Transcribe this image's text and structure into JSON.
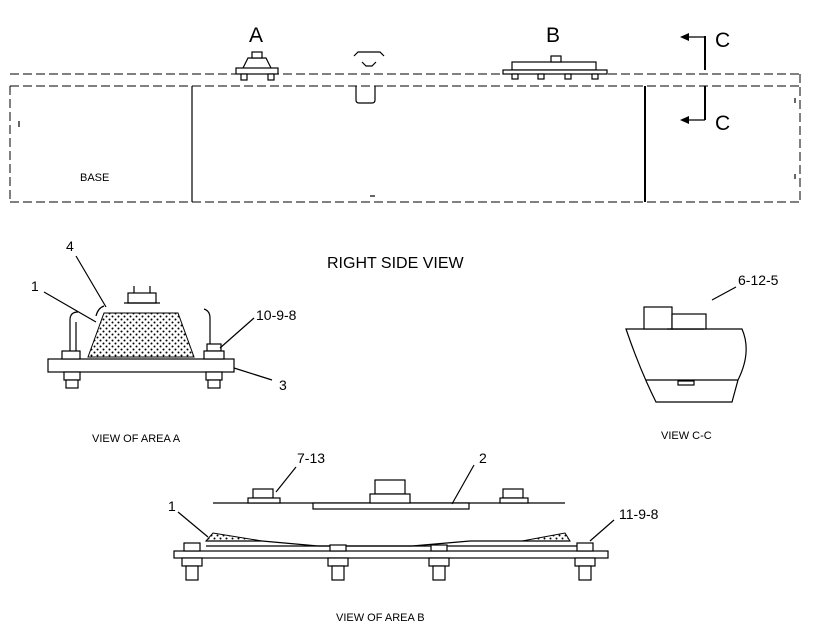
{
  "callouts": {
    "a": "A",
    "b": "B",
    "c_top": "C",
    "c_bottom": "C"
  },
  "labels": {
    "base": "BASE",
    "right_side_view": "RIGHT SIDE VIEW",
    "view_area_a": "VIEW OF AREA A",
    "view_cc": "VIEW C-C",
    "view_area_b": "VIEW OF AREA B"
  },
  "parts": {
    "area_a": [
      "4",
      "1",
      "10-9-8",
      "3"
    ],
    "view_cc": [
      "6-12-5"
    ],
    "area_b": [
      "7-13",
      "2",
      "1",
      "11-9-8"
    ]
  }
}
